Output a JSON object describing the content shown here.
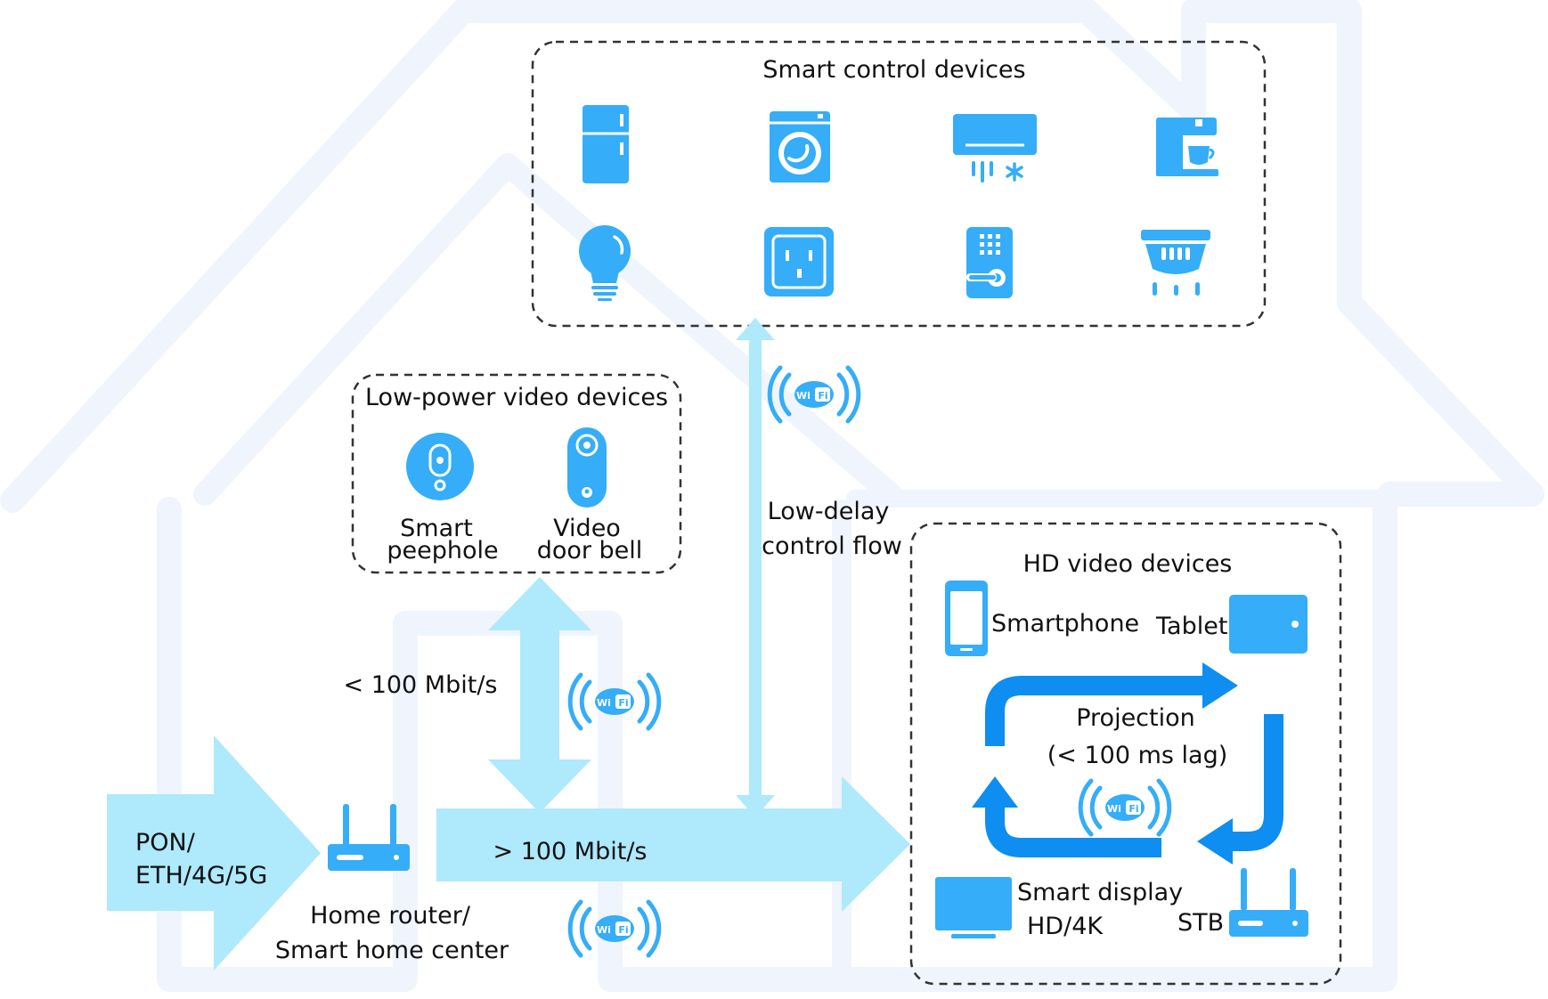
{
  "groups": {
    "smart_control": "Smart control devices",
    "low_power": "Low-power video devices",
    "hd_video": "HD video devices"
  },
  "devices": {
    "smart_peephole": [
      "Smart",
      "peephole"
    ],
    "video_door_bell": [
      "Video",
      "door bell"
    ],
    "smartphone": "Smartphone",
    "tablet": "Tablet",
    "smart_display": [
      "Smart display",
      "HD/4K"
    ],
    "stb": "STB"
  },
  "links": {
    "low_delay": [
      "Low-delay",
      "control flow"
    ],
    "low_rate": "< 100 Mbit/s",
    "high_rate": "> 100 Mbit/s",
    "uplink": [
      "PON/",
      "ETH/4G/5G"
    ],
    "router": [
      "Home router/",
      "Smart home center"
    ],
    "projection": [
      "Projection",
      "(< 100 ms lag)"
    ],
    "wifi_badge": [
      "Wi",
      "Fi"
    ]
  },
  "icons": {
    "smart_control": [
      "fridge-icon",
      "washing-machine-icon",
      "air-conditioner-icon",
      "coffee-machine-icon",
      "light-bulb-icon",
      "power-socket-icon",
      "smart-lock-icon",
      "sweeping-robot-icon"
    ],
    "wifi": "wifi-icon",
    "router": "router-icon"
  },
  "colors": {
    "house": "#f0f4fd",
    "icon_blue": "#35adf8",
    "arrow_light": "#aee9fc",
    "projection_blue": "#0d8ef0",
    "dashed_border": "#333333"
  }
}
